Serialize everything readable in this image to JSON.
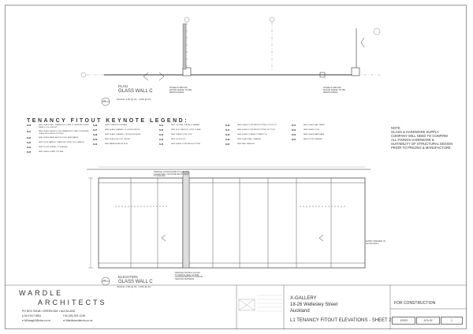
{
  "plan": {
    "title": "PLAN",
    "subtitle": "GLASS WALL C",
    "number": "01",
    "scale": "SCALE: 1:50 @ A1, 1:100 @ A3",
    "notes": [
      "PANELS ABOVE\nDOOR MADE TO BE\nREMOVABLE",
      "PANELS ABOVE\nDOOR MADE TO BE\nREMOVABLE"
    ]
  },
  "legend": {
    "title": "TENANCY FITOUT KEYNOTE LEGEND:",
    "columns": [
      [
        {
          "code": "N-30",
          "desc": "NEW GLASS WALL, FRAMELESS, 12MM TOUGHENED GLASS PANELS, FULL HEIGHT"
        },
        {
          "code": "N-31",
          "desc": "NEW GLASS SWING DOOR, FRAMELESS 12MM TOUGHENED GLASS WITH PATCH FITTINGS"
        },
        {
          "code": "N-32",
          "desc": "NEW GLASS PANEL ABOVE DOOR, REMOVABLE"
        },
        {
          "code": "N-33",
          "desc": "NEW DOOR HANDLE, STAINLESS STEEL PULL HANDLE"
        },
        {
          "code": "N-34",
          "desc": "NEW FLOOR SPRING, CONCEALED"
        },
        {
          "code": "N-35",
          "desc": "NEW GLASS CLAMP TOP RAIL"
        }
      ],
      [
        {
          "code": "N-36",
          "desc": "NEW CORRIDOR SIGNAGE"
        },
        {
          "code": "N-37",
          "desc": "NEW GLASS CHANNEL, FLOOR MOUNTED"
        },
        {
          "code": "N-38",
          "desc": "NEW GLASS CHANNEL, CEILING MOUNTED"
        },
        {
          "code": "N-39",
          "desc": "NEW GLASS FIN, FULL HEIGHT"
        },
        {
          "code": "N-40",
          "desc": "NEW MANIFESTATION FILM"
        }
      ],
      [
        {
          "code": "N-41",
          "desc": "NEW TOP RAIL GLAZING CHANNEL"
        },
        {
          "code": "N-42",
          "desc": "NEW SILICONE BUTT JOINT, CLEAR"
        },
        {
          "code": "N-43",
          "desc": "NEW GLASS DOOR LOCK"
        },
        {
          "code": "N-44",
          "desc": "NEW DOOR STOP"
        },
        {
          "code": "N-45",
          "desc": "NEW GLASS DOOR PATCH FITTING"
        }
      ],
      [
        {
          "code": "N-46",
          "desc": "NEW GLASS DOOR PATCH FITTING, TOP PIVOT"
        },
        {
          "code": "N-47",
          "desc": "NEW GLASS DOOR PATCH FITTING, BOTTOM"
        },
        {
          "code": "N-48",
          "desc": "NEW GLASS CORNER CONNECTOR"
        },
        {
          "code": "N-49",
          "desc": "NEW GLASS WALL CHANNEL"
        },
        {
          "code": "N-50",
          "desc": "NEW WALL BRACKET"
        }
      ],
      [
        {
          "code": "N-51",
          "desc": "NEW GLASS WALL PANEL"
        },
        {
          "code": "N-52",
          "desc": "NEW GLASS DOOR"
        },
        {
          "code": "N-53",
          "desc": "NEW GLASS HARDWARE"
        },
        {
          "code": "N-54",
          "desc": "NEW FLOOR CHANNEL"
        }
      ]
    ]
  },
  "note": "NOTE\nGLASS & HARDWARE SUPPLY COMPANY WILL NEED TO CONFIRM ALL FIXINGS HARDWARE & SUITABILITY OF STRUCTURAL DESIGN PRIOR TO PRICING & MANUFACTURE",
  "elevation": {
    "title": "ELEVATION",
    "subtitle": "GLASS WALL C",
    "number": "02",
    "scale": "SCALE: 1:50 @ A1, 1:100 @ A3",
    "notes": [
      "PROFILE GLASS DOWN TO CEILING\nCLEAR WALL SILICONE BUTT JOINT\nTO CEILING",
      "PROFILE DOOR & GLASS\nTO MATCH SEAL CLAMP\nHOLDING BRASS TO MATCH\nSEALING MATERIAL",
      "ENTRY OPENING IN\nGLASS WALL"
    ]
  },
  "firm": {
    "name_line1": "WARDLE",
    "name_line2": "ARCHITECTS",
    "address": "PO BOX 90168 • GREEN BAY • AUCKLAND",
    "phone": "p 64 9 817 8811",
    "fax": "f 64 (09) 303 1248",
    "email": "e Alf.teagh2@xtra.co.nz",
    "web": "w Wardlearchitects.co.nz"
  },
  "project": {
    "name": "X-GALLERY",
    "address_line1": "18-26 Wellesley Street",
    "address_line2": "Auckland",
    "sheet_title": "L1 TENANCY FITOUT ELEVATIONS - SHEET 2",
    "status": "FOR CONSTRUCTION",
    "job_no": "12003",
    "drawing_no": "A74-02",
    "revision": "1"
  }
}
